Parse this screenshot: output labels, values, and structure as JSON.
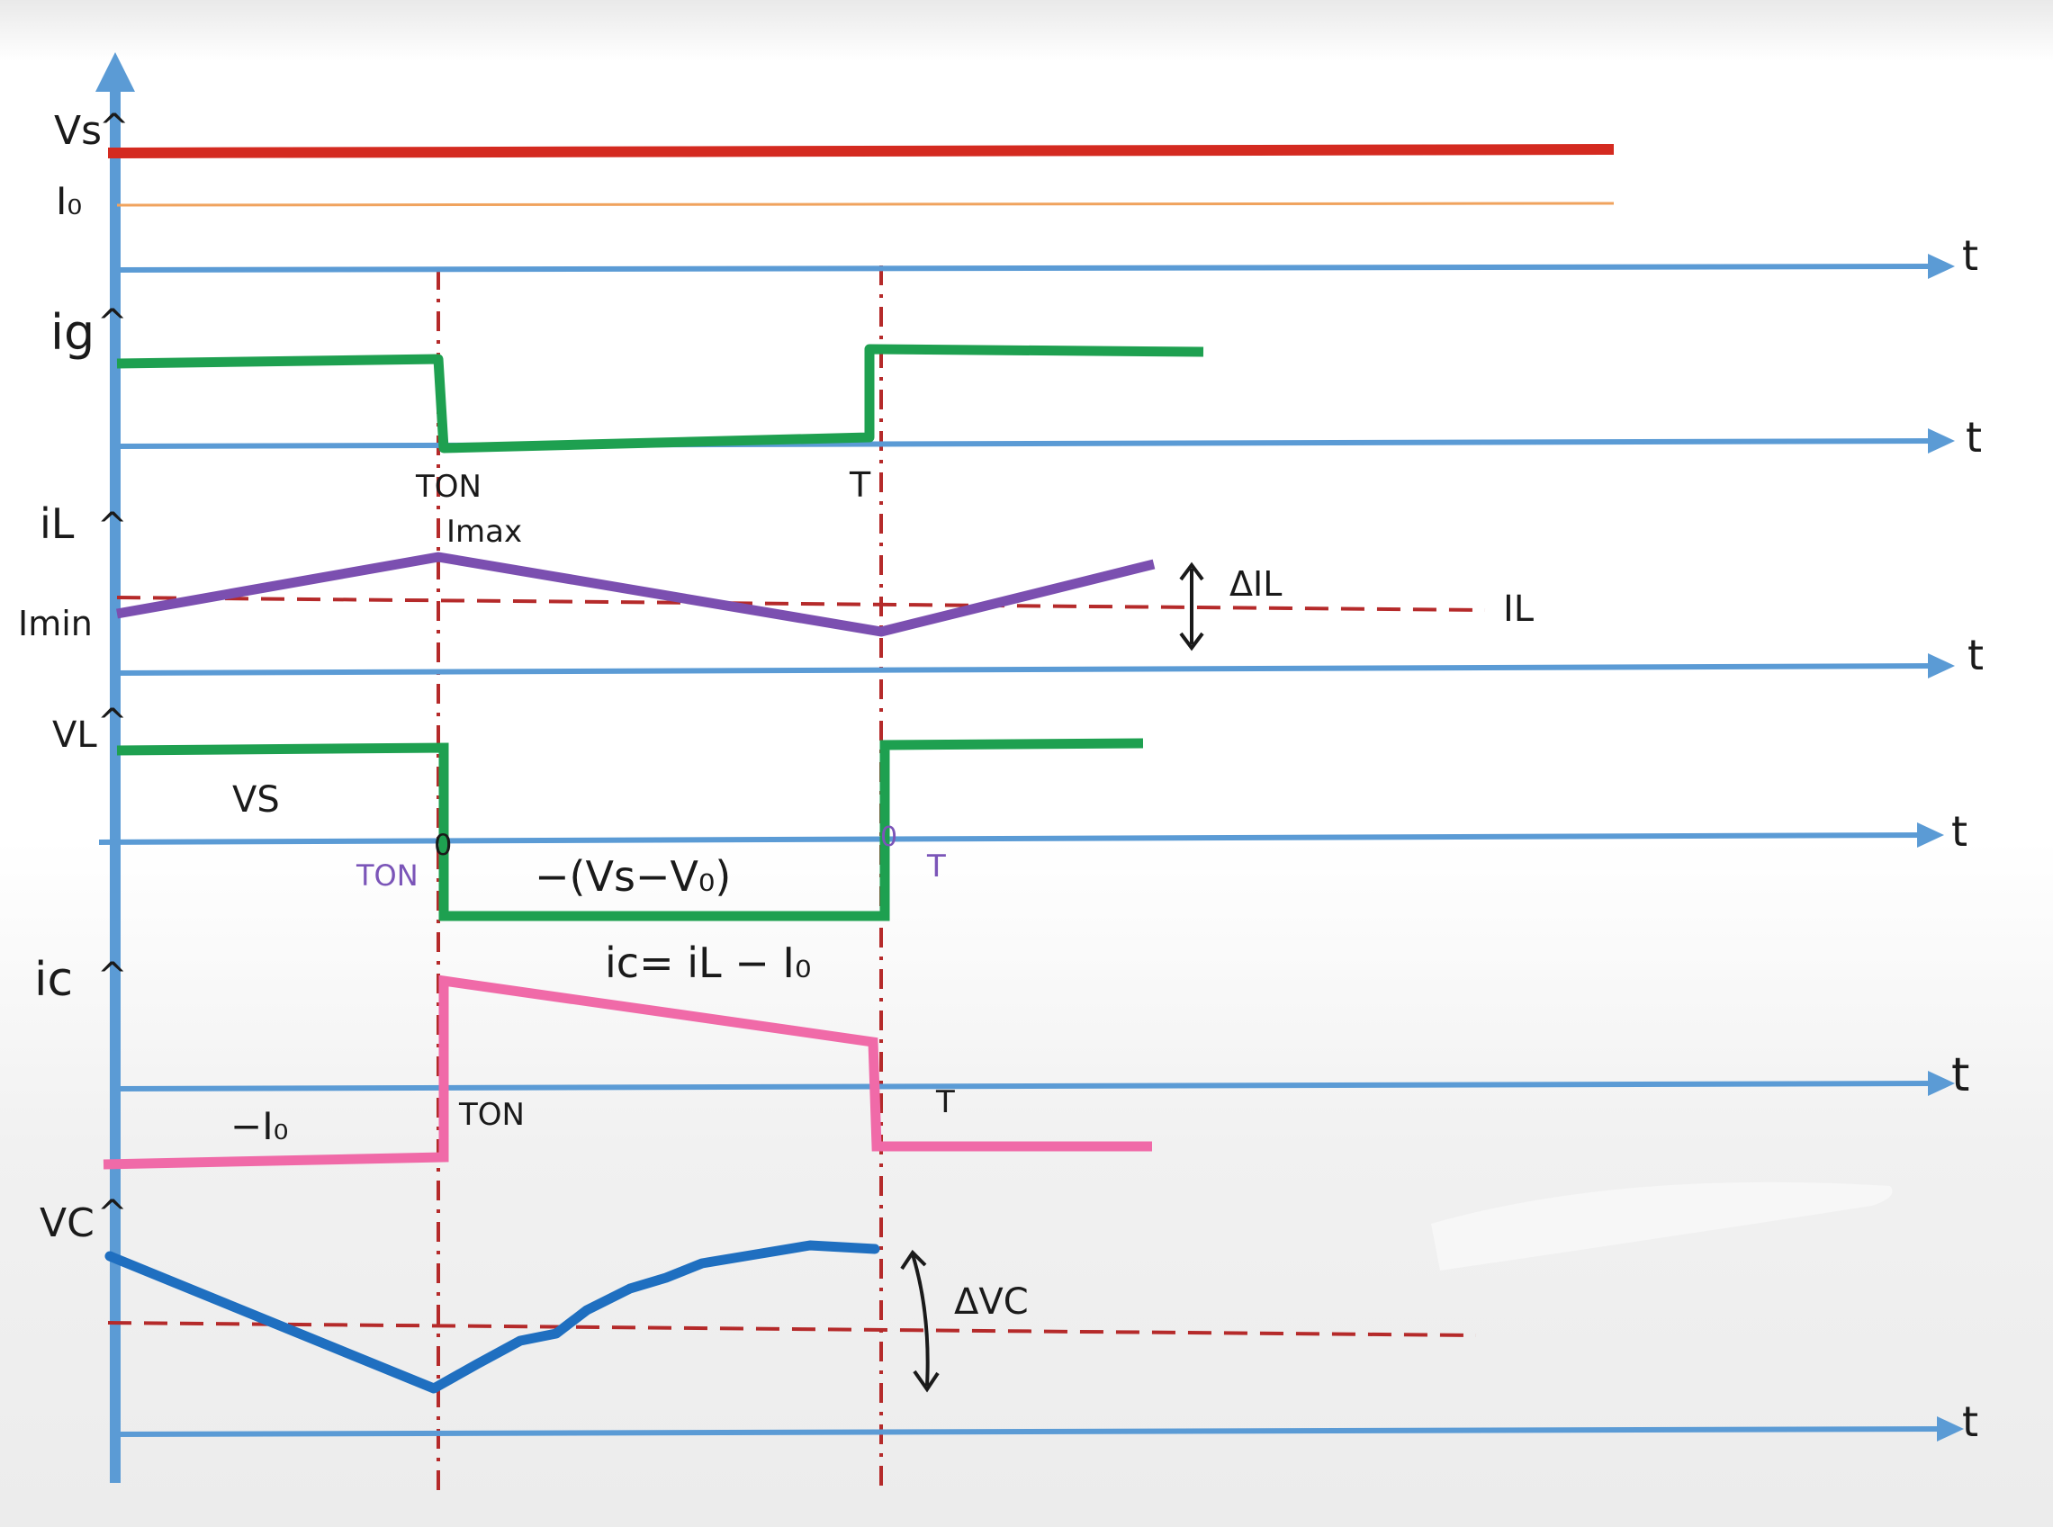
{
  "labels": {
    "vs_axis": "Vs",
    "io_axis": "I₀",
    "ig_axis": "ig",
    "il_axis": "iL",
    "vl_axis": "VL",
    "ic_axis": "ic",
    "vc_axis": "VC",
    "t": "t",
    "ton": "TON",
    "ton_vl": "TON",
    "t_period": "T",
    "t_period_vl": "T",
    "t_period_ic": "T",
    "imax": "Imax",
    "imin": "Imin",
    "delta_il": "ΔIL",
    "il_avg": "IL",
    "vs_level": "VS",
    "vl_off": "−(Vs−V₀)",
    "zero_ton": "0",
    "zero_t": "0",
    "ic_eq": "ic= iL − I₀",
    "ic_neg": "−I₀",
    "ton_ic": "TON",
    "delta_vc": "ΔVC"
  },
  "colors": {
    "axis": "#5b9bd5",
    "vs": "#d42a20",
    "io": "#f0a35e",
    "ig": "#1ea050",
    "il": "#7b4fb0",
    "vl": "#1ea050",
    "ic": "#f06aa8",
    "vc": "#1f6fc0",
    "dashed": "#b52a2a",
    "ink": "#1a1a1a"
  }
}
